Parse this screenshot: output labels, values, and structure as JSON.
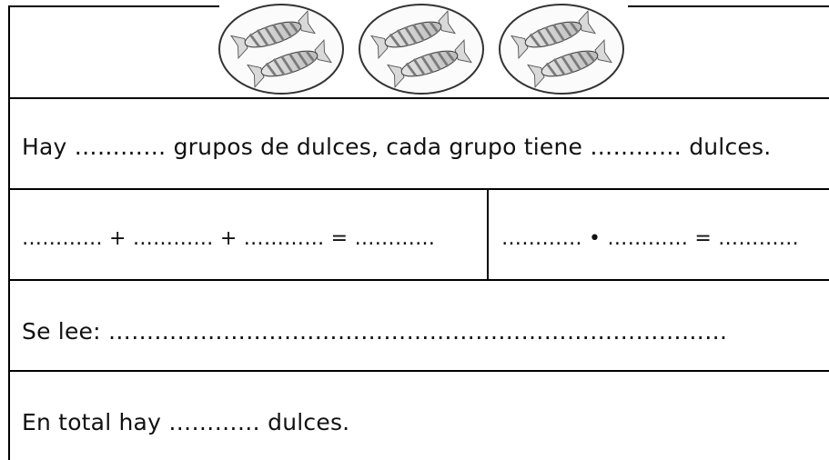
{
  "image": {
    "groups": 3,
    "candies_per_group": 2,
    "icon": "candy-icon"
  },
  "rows": {
    "sentence": "Hay ………… grupos de dulces, cada grupo tiene ………… dulces.",
    "addition": "………… + ………… + ………… = …………",
    "multiplication": "………… • ………… = …………",
    "reading": "Se lee: ………………………………………………………………………",
    "total": "En total hay ………… dulces."
  }
}
